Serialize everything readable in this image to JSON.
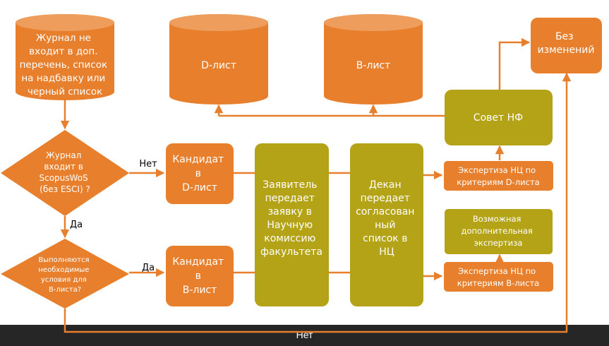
{
  "colors": {
    "orange": "#E87F2C",
    "olive": "#B5A317",
    "line": "#E87F2C",
    "text_light": "#ffffff",
    "text_dark": "#000000",
    "bar": "#262626"
  },
  "nodes": {
    "journal": [
      "Журнал не",
      "входит в доп.",
      "перечень, список",
      "на надбавку или",
      "черный список"
    ],
    "d_list": "D-лист",
    "b_list": "B-лист",
    "no_change": [
      "Без",
      "изменений"
    ],
    "sovet": "Совет НФ",
    "decision1": [
      "Журнал",
      "входит в",
      "ScopusWoS",
      "(без ESCI) ?"
    ],
    "decision2": [
      "Выполняются",
      "необходимые",
      "условия для",
      "B-листа?"
    ],
    "cand_d": [
      "Кандидат",
      "в",
      "D-лист"
    ],
    "cand_b": [
      "Кандидат",
      "в",
      "B-лист"
    ],
    "applicant": [
      "Заявитель",
      "передает",
      "заявку в",
      "Научную",
      "комиссию",
      "факультета"
    ],
    "dean": [
      "Декан",
      "передает",
      "согласован",
      "ный",
      "список в",
      "НЦ"
    ],
    "exp_d": [
      "Экспертиза НЦ по",
      "критериям D-листа"
    ],
    "exp_add": [
      "Возможная",
      "дополнительная",
      "экспертиза"
    ],
    "exp_b": [
      "Экспертиза НЦ по",
      "критериям B-листа"
    ]
  },
  "labels": {
    "no1": "Нет",
    "yes1": "Да",
    "yes2": "Да",
    "no_bottom": "Нет"
  }
}
